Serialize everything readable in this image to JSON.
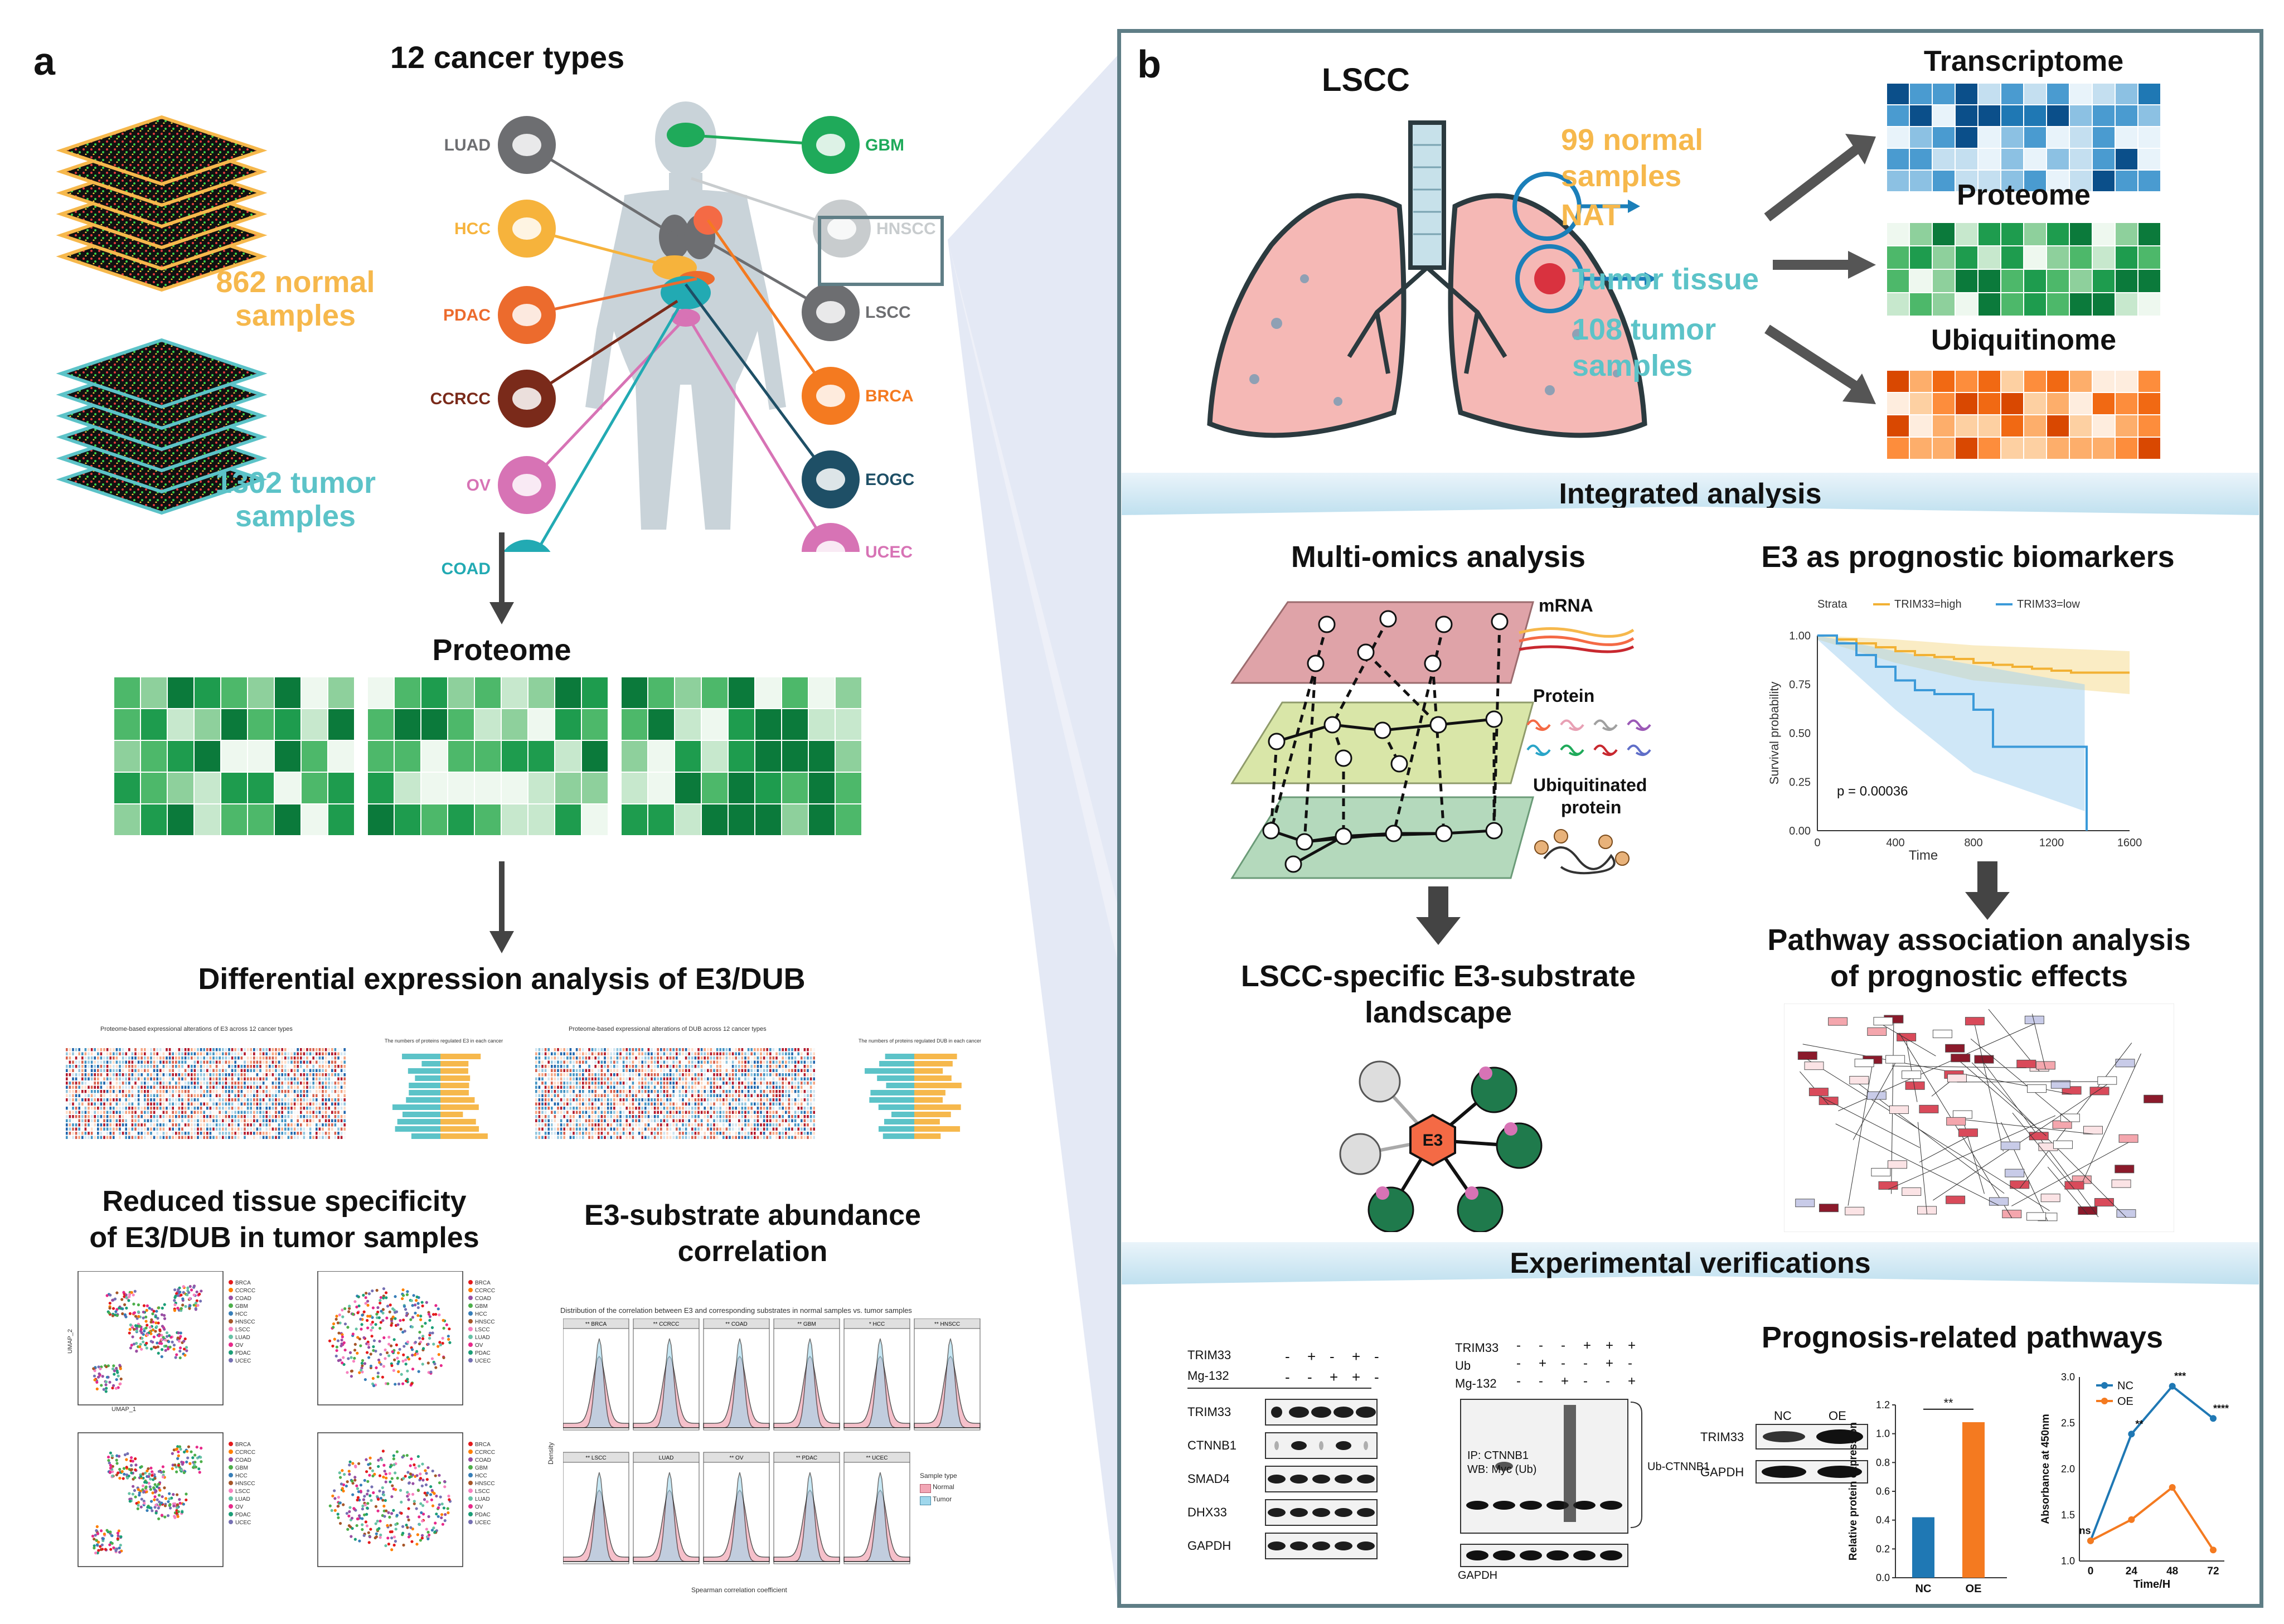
{
  "panel_a": {
    "letter": "a",
    "title": "12 cancer types",
    "normal_line1": "862 normal",
    "normal_line2": "samples",
    "tumor_line1": "1302 tumor",
    "tumor_line2": "samples",
    "cancers": [
      {
        "name": "LUAD",
        "color": "#6d6e71"
      },
      {
        "name": "HCC",
        "color": "#f6b33c"
      },
      {
        "name": "PDAC",
        "color": "#ec6b2d"
      },
      {
        "name": "CCRCC",
        "color": "#7a2a1a"
      },
      {
        "name": "OV",
        "color": "#d773b5"
      },
      {
        "name": "COAD",
        "color": "#22aab3"
      },
      {
        "name": "GBM",
        "color": "#1faa5a"
      },
      {
        "name": "HNSCC",
        "color": "#c8ccce"
      },
      {
        "name": "LSCC",
        "color": "#6d6e71"
      },
      {
        "name": "BRCA",
        "color": "#f47a20"
      },
      {
        "name": "EOGC",
        "color": "#1e4f66"
      },
      {
        "name": "UCEC",
        "color": "#d773b5"
      }
    ],
    "proteome_title": "Proteome",
    "diff_title": "Differential expression analysis of E3/DUB",
    "heatmap1_title": "Proteome-based expressional alterations of E3 across 12 cancer types",
    "heatmap2_title": "Proteome-based expressional alterations of DUB across 12 cancer types",
    "bar1_title": "The numbers of proteins regulated E3 in each cancer",
    "bar2_title": "The numbers of proteins regulated DUB in each cancer",
    "reduced_line1": "Reduced tissue specificity",
    "reduced_line2": "of E3/DUB in tumor samples",
    "corr_line1": "E3-substrate abundance",
    "corr_line2": "correlation",
    "corr_chart_title": "Distribution of the correlation between E3 and corresponding substrates in normal samples vs. tumor samples",
    "umap_x": "UMAP_1",
    "umap_y": "UMAP_2",
    "umap_legend": [
      "BRCA",
      "CCRCC",
      "COAD",
      "GBM",
      "HCC",
      "HNSCC",
      "LSCC",
      "LUAD",
      "OV",
      "PDAC",
      "UCEC"
    ],
    "density_facets": [
      "** BRCA",
      "** CCRCC",
      "** COAD",
      "** GBM",
      "* HCC",
      "** HNSCC",
      "** LSCC",
      "LUAD",
      "** OV",
      "** PDAC",
      "** UCEC"
    ],
    "density_ylabel": "Density",
    "density_xlabel": "Spearman correlation coefficient",
    "sample_type_title": "Sample type",
    "sample_normal": "Normal",
    "sample_tumor": "Tumor"
  },
  "panel_b": {
    "letter": "b",
    "lscc": "LSCC",
    "normal_line1": "99 normal",
    "normal_line2": "samples",
    "nat": "NAT",
    "tumor_tissue": "Tumor tissue",
    "tumor_line1": "108 tumor",
    "tumor_line2": "samples",
    "transcriptome": "Transcriptome",
    "proteome": "Proteome",
    "ubiquitinome": "Ubiquitinome",
    "integrated": "Integrated analysis",
    "multiomics": "Multi-omics analysis",
    "layer_mrna": "mRNA",
    "layer_protein": "Protein",
    "layer_ubi1": "Ubiquitinated",
    "layer_ubi2": "protein",
    "e3_prognostic": "E3 as prognostic biomarkers",
    "landscape_line1": "LSCC-specific E3-substrate",
    "landscape_line2": "landscape",
    "e3_node": "E3",
    "pathway_line1": "Pathway association analysis",
    "pathway_line2": "of prognostic effects",
    "experimental": "Experimental verifications",
    "prognosis_pathways": "Prognosis-related pathways",
    "blot1_rows": [
      "TRIM33",
      "Mg-132",
      "TRIM33",
      "CTNNB1",
      "SMAD4",
      "DHX33",
      "GAPDH"
    ],
    "blot1_signs": [
      [
        "-",
        "+",
        "-",
        "+",
        "-"
      ],
      [
        "-",
        "-",
        "+",
        "+",
        "-"
      ]
    ],
    "blot2_rows": [
      "TRIM33",
      "Ub",
      "Mg-132"
    ],
    "blot2_signs": [
      [
        "-",
        "-",
        "-",
        "+",
        "+",
        "+"
      ],
      [
        "-",
        "+",
        "-",
        "-",
        "+",
        "-"
      ],
      [
        "-",
        "-",
        "+",
        "-",
        "-",
        "+"
      ]
    ],
    "blot2_ip": "IP: CTNNB1",
    "blot2_wb": "WB: Myc (Ub)",
    "blot2_side": "Ub-CTNNB1",
    "blot2_gapdh": "GAPDH",
    "blot3_cols": [
      "NC",
      "OE"
    ],
    "blot3_rows": [
      "TRIM33",
      "GAPDH"
    ]
  },
  "chart_data": [
    {
      "type": "line",
      "title": "",
      "legend_title": "Strata",
      "series": [
        {
          "name": "TRIM33=high",
          "color": "#f2b134",
          "x": [
            0,
            100,
            200,
            300,
            400,
            500,
            600,
            700,
            800,
            900,
            1000,
            1100,
            1200,
            1300,
            1400,
            1500,
            1600
          ],
          "values": [
            1.0,
            0.98,
            0.96,
            0.94,
            0.92,
            0.9,
            0.89,
            0.88,
            0.86,
            0.85,
            0.84,
            0.83,
            0.82,
            0.81,
            0.81,
            0.81,
            0.81
          ]
        },
        {
          "name": "TRIM33=low",
          "color": "#3b9ad9",
          "x": [
            0,
            100,
            200,
            300,
            400,
            500,
            600,
            700,
            800,
            900,
            1000,
            1100,
            1200,
            1300,
            1370,
            1380
          ],
          "values": [
            1.0,
            0.96,
            0.9,
            0.84,
            0.77,
            0.72,
            0.7,
            0.7,
            0.62,
            0.43,
            0.43,
            0.43,
            0.43,
            0.43,
            0.43,
            0.0
          ]
        }
      ],
      "xlabel": "Time",
      "ylabel": "Survival probability",
      "xlim": [
        0,
        1600
      ],
      "ylim": [
        0,
        1
      ],
      "xticks": [
        "0",
        "400",
        "800",
        "1200",
        "1600"
      ],
      "yticks": [
        "0.00",
        "0.25",
        "0.50",
        "0.75",
        "1.00"
      ],
      "annotation": "p = 0.00036"
    },
    {
      "type": "bar",
      "categories": [
        "NC",
        "OE"
      ],
      "values": [
        0.42,
        1.08
      ],
      "colors": [
        "#1f78b4",
        "#f47a20"
      ],
      "ylabel": "Relative protein expression",
      "ylim": [
        0,
        1.2
      ],
      "yticks": [
        "0.0",
        "0.2",
        "0.4",
        "0.6",
        "0.8",
        "1.0",
        "1.2"
      ],
      "significance": "**"
    },
    {
      "type": "line",
      "x": [
        0,
        24,
        48,
        72
      ],
      "series": [
        {
          "name": "NC",
          "color": "#1f78b4",
          "values": [
            1.22,
            2.38,
            2.9,
            2.55
          ]
        },
        {
          "name": "OE",
          "color": "#f47a20",
          "values": [
            1.22,
            1.45,
            1.8,
            1.12
          ]
        }
      ],
      "xlabel": "Time/H",
      "ylabel": "Absorbance at 450nm",
      "xlim": [
        0,
        72
      ],
      "ylim": [
        1.0,
        3.0
      ],
      "yticks": [
        "1.0",
        "1.5",
        "2.0",
        "2.5",
        "3.0"
      ],
      "xticks": [
        "0",
        "24",
        "48",
        "72"
      ],
      "significance": [
        "ns",
        "**",
        "***",
        "****"
      ]
    }
  ]
}
